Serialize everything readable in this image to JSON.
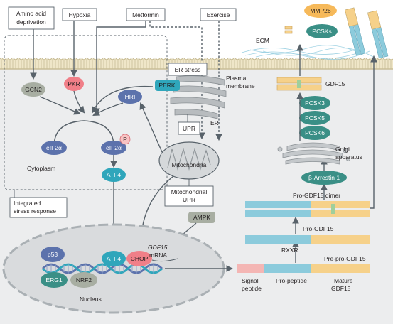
{
  "stimuli": {
    "amino_acid": [
      "Amino acid",
      "deprivation"
    ],
    "hypoxia": "Hypoxia",
    "metformin": "Metformin",
    "exercise": "Exercise"
  },
  "kinases": {
    "gcn2": "GCN2",
    "pkr": "PKR",
    "perk": "PERK",
    "hri": "HRI"
  },
  "eif": {
    "eif2a_left": "eIF2α",
    "eif2a_right": "eIF2α",
    "phospho": "P"
  },
  "cytoplasm": "Cytoplasm",
  "atf4_cyto": "ATF4",
  "integrated_stress": [
    "Integrated",
    "stress response"
  ],
  "er": {
    "stress": "ER stress",
    "er": "ER",
    "upr": "UPR"
  },
  "mito": {
    "label": "Mitochondria",
    "upr": [
      "Mitochondrial",
      "UPR"
    ]
  },
  "ampk": "AMPK",
  "membrane": {
    "plasma": [
      "Plasma",
      "membrane"
    ],
    "ecm": "ECM"
  },
  "nucleus": {
    "label": "Nucleus",
    "p53": "p53",
    "erg1": "ERG1",
    "nrf2": "NRF2",
    "atf4": "ATF4",
    "chop": "CHOP",
    "gdf15_mrna": [
      "GDF15",
      "mRNA"
    ]
  },
  "secretion": {
    "mmp26": "MMP26",
    "pcsks": "PCSKs",
    "gdf15": "GDF15",
    "pcsk3": "PCSK3",
    "pcsk5": "PCSK5",
    "pcsk6": "PCSK6",
    "golgi": [
      "Golgi",
      "apparatus"
    ],
    "arrestin": "β-Arrestin 1",
    "dimer": "Pro-GDF15 dimer",
    "pro_gdf15": "Pro-GDF15",
    "rxxr": "RXXR",
    "pre_pro": "Pre-pro-GDF15",
    "signal": [
      "Signal",
      "peptide"
    ],
    "propeptide": "Pro-peptide",
    "mature": [
      "Mature",
      "GDF15"
    ]
  },
  "colors": {
    "cell": "#ecedee",
    "membrane": "#d8cfb0",
    "gray_node": "#a8aea2",
    "pink_node": "#f07f88",
    "teal": "#2fa6bb",
    "blue_node": "#5c72ac",
    "green": "#3a8f86",
    "orange": "#f6d18a",
    "pro_blue": "#8ccbdc",
    "arrow": "#58626a"
  }
}
